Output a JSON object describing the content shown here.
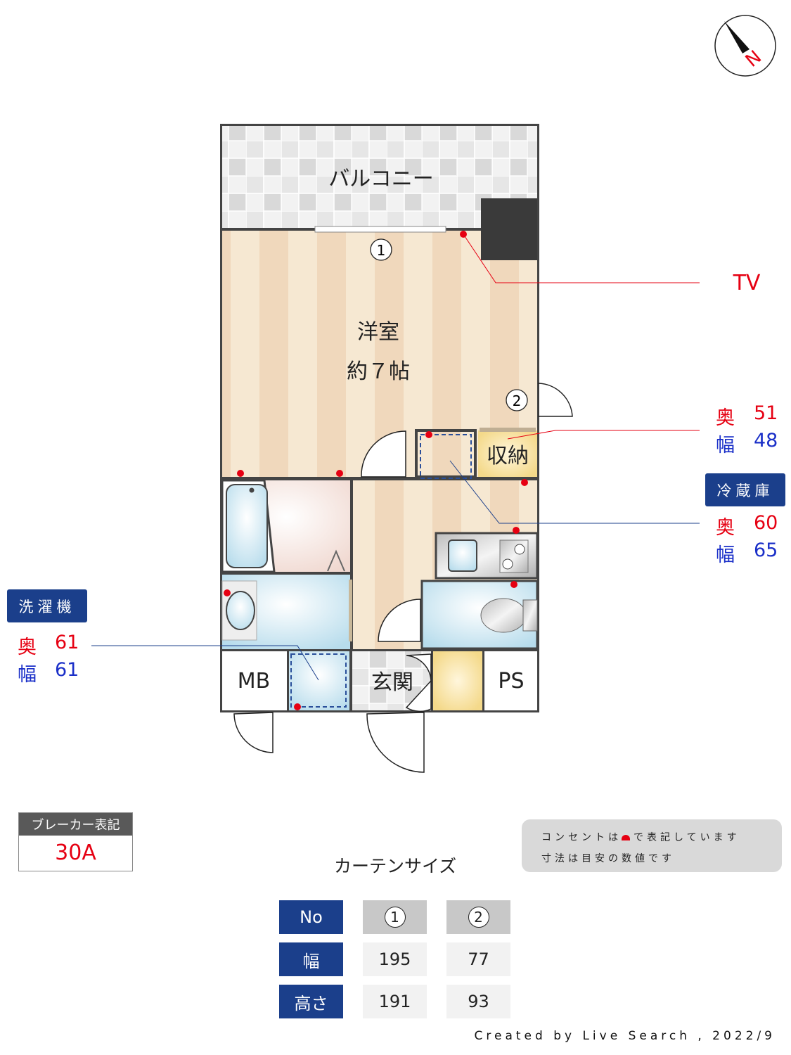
{
  "compass": {
    "label": "N",
    "icon": "compass-icon"
  },
  "rooms": {
    "balcony": "バルコニー",
    "western_room": "洋室",
    "western_room_size": "約７帖",
    "storage": "収納",
    "mb": "MB",
    "entrance": "玄関",
    "ps": "PS"
  },
  "curtain_markers": [
    "1",
    "2"
  ],
  "callouts": {
    "tv": "TV",
    "storage": {
      "depth_label": "奥",
      "depth": "51",
      "width_label": "幅",
      "width": "48"
    },
    "fridge": {
      "title": "冷蔵庫",
      "depth_label": "奥",
      "depth": "60",
      "width_label": "幅",
      "width": "65"
    },
    "washer": {
      "title": "洗濯機",
      "depth_label": "奥",
      "depth": "61",
      "width_label": "幅",
      "width": "61"
    }
  },
  "breaker": {
    "label": "ブレーカー表記",
    "value": "30A"
  },
  "notes": {
    "line1_pre": "コンセントは",
    "line1_post": "で表記しています",
    "line2": "寸法は目安の数値です"
  },
  "curtain_table": {
    "title": "カーテンサイズ",
    "header": [
      "No",
      "1",
      "2"
    ],
    "rows": [
      {
        "label": "幅",
        "values": [
          "195",
          "77"
        ]
      },
      {
        "label": "高さ",
        "values": [
          "191",
          "93"
        ]
      }
    ]
  },
  "credit": "Created by Live Search , 2022/9",
  "colors": {
    "outlet": "#e60012",
    "badge": "#1b3f8b",
    "depth": "#e60012",
    "width": "#1a2fc8",
    "wall": "#444444"
  }
}
